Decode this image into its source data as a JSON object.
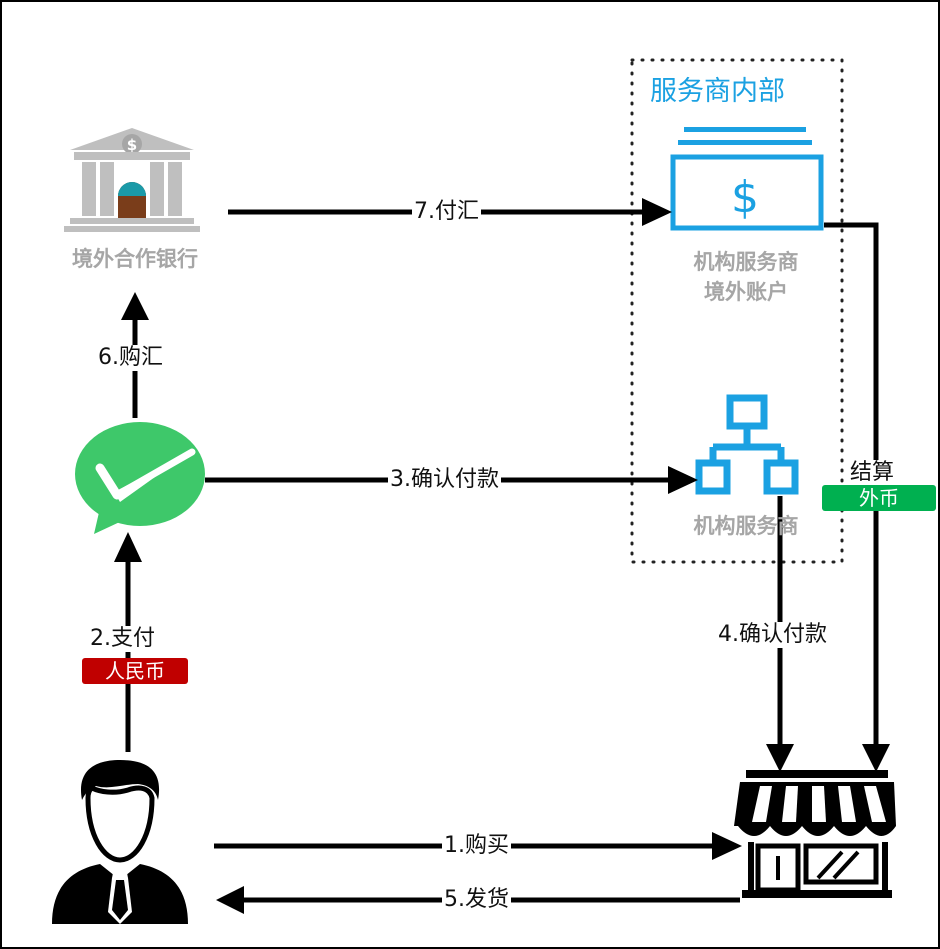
{
  "zone": {
    "title": "服务商内部"
  },
  "nodes": {
    "bank": {
      "label": "境外合作银行"
    },
    "provider_account": {
      "label_line1": "机构服务商",
      "label_line2": "境外账户"
    },
    "provider": {
      "label": "机构服务商"
    },
    "wechat": {
      "label": ""
    },
    "customer": {
      "label": ""
    },
    "merchant": {
      "label": ""
    }
  },
  "edges": {
    "purchase": "1.购买",
    "pay": "2.支付",
    "pay_badge": "人民币",
    "confirm3": "3.确认付款",
    "confirm4": "4.确认付款",
    "ship": "5.发货",
    "buy_fx": "6.购汇",
    "remit": "7.付汇",
    "settle": "结算",
    "settle_badge": "外币"
  },
  "colors": {
    "accent_blue": "#1ba1e2",
    "wechat_green": "#3ec86a",
    "rmb_red": "#c00000",
    "fx_green": "#00b050",
    "label_gray": "#a6a6a6",
    "line": "#000000"
  }
}
